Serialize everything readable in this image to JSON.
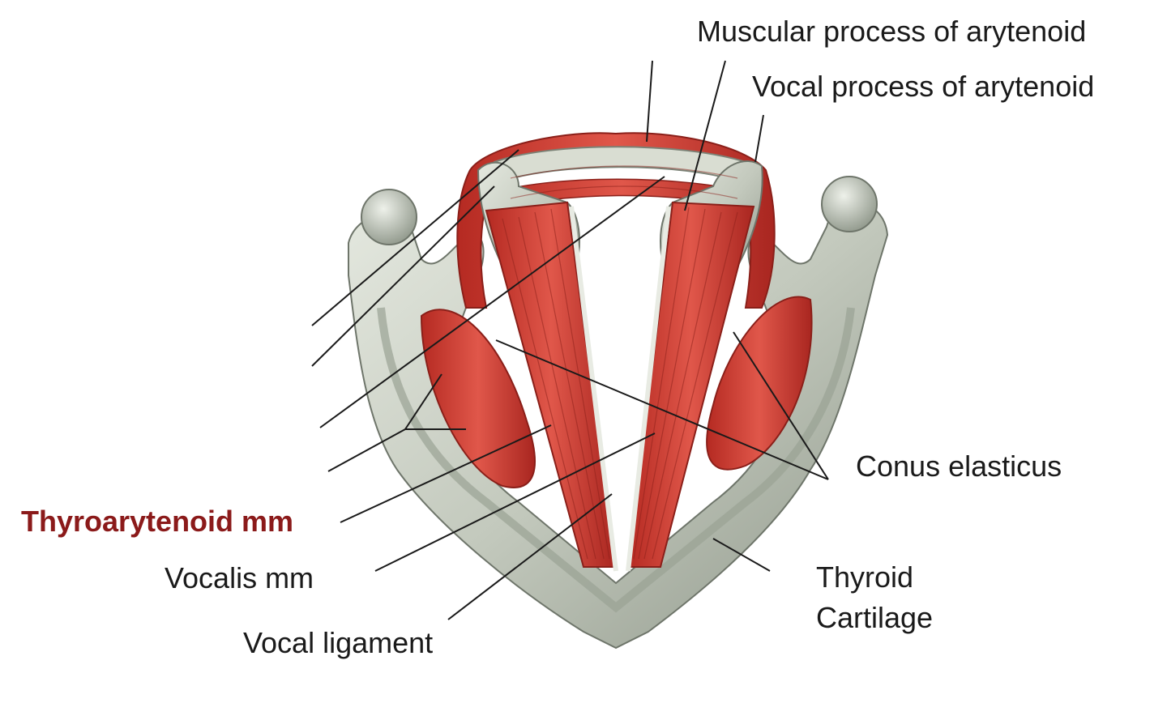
{
  "labels": {
    "muscular_process": "Muscular process of arytenoid",
    "vocal_process": "Vocal process of arytenoid",
    "conus_elasticus": "Conus elasticus",
    "thyroarytenoid": "Thyroarytenoid mm",
    "vocalis": "Vocalis mm",
    "vocal_ligament": "Vocal ligament",
    "thyroid_cartilage_line1": "Thyroid",
    "thyroid_cartilage_line2": "Cartilage"
  },
  "colors": {
    "highlight_label": "#8b1a1a",
    "muscle": "#c8352b",
    "cartilage": "#c9cec4"
  }
}
